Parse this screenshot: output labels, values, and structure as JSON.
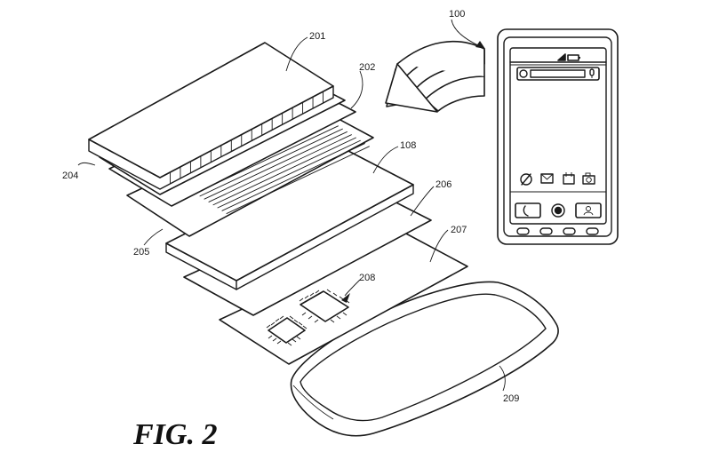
{
  "figure": {
    "caption": "FIG. 2",
    "references": {
      "device": "100",
      "cover_layer": "201",
      "layer_202": "202",
      "layer_204": "204",
      "layer_205": "205",
      "display_layer": "108",
      "layer_206": "206",
      "layer_207": "207",
      "chips": "208",
      "housing": "209"
    },
    "icons": [
      "phone-icon",
      "mail-icon",
      "calendar-icon",
      "camera-icon",
      "call-icon",
      "home-icon",
      "contacts-icon",
      "battery-icon",
      "signal-icon"
    ]
  }
}
